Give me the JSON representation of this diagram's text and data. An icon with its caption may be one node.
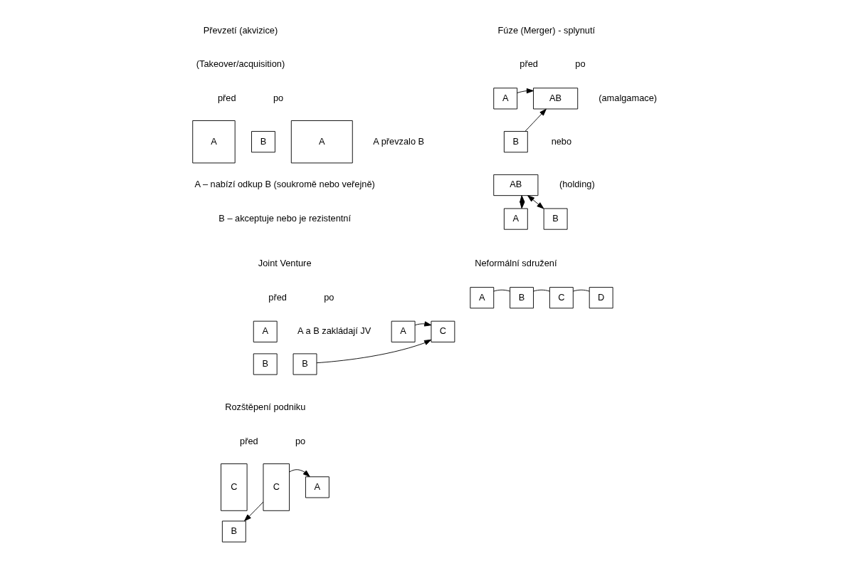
{
  "diagram": {
    "nodes": [
      {
        "text": [
          "A"
        ]
      },
      {
        "text": [
          "B"
        ]
      },
      {
        "text": [
          "A"
        ],
        "beside": [
          "A převzalo B"
        ]
      },
      {
        "text": [
          "A"
        ]
      },
      {
        "text": [
          "B"
        ]
      },
      {
        "text": [
          "AB"
        ],
        "beside": [
          "(amalgamace)"
        ]
      },
      {
        "text": [
          "AB"
        ],
        "beside": [
          "(holding)"
        ]
      },
      {
        "text": [
          "A"
        ]
      },
      {
        "text": [
          "B"
        ]
      },
      {
        "text": [
          "A"
        ]
      },
      {
        "text": [
          "B"
        ]
      },
      {
        "text": [
          "A"
        ]
      },
      {
        "text": [
          "B"
        ]
      },
      {
        "text": [
          "C"
        ]
      },
      {
        "text": [
          "C"
        ]
      },
      {
        "text": [
          "C"
        ]
      },
      {
        "text": [
          "A"
        ]
      },
      {
        "text": [
          "B"
        ]
      },
      {
        "text": [
          "A"
        ]
      },
      {
        "text": [
          "B"
        ]
      },
      {
        "text": [
          "C"
        ]
      },
      {
        "text": [
          "D"
        ]
      }
    ],
    "edges": [
      {
        "from": 3,
        "to": 5,
        "arrow": "to"
      },
      {
        "from": 4,
        "to": 5,
        "arrow": "to"
      },
      {
        "from": 7,
        "to": 6,
        "arrow": "both"
      },
      {
        "from": 6,
        "to": 8,
        "arrow": "both"
      },
      {
        "from": 11,
        "to": 13,
        "arrow": "to"
      },
      {
        "from": 12,
        "to": 13,
        "arrow": "to"
      },
      {
        "from": 15,
        "to": 16,
        "arrow": "to"
      },
      {
        "from": 15,
        "to": 17,
        "arrow": "to"
      },
      {
        "from": 18,
        "to": 19,
        "arrow": "none"
      },
      {
        "from": 19,
        "to": 20,
        "arrow": "none"
      },
      {
        "from": 20,
        "to": 21,
        "arrow": "none"
      }
    ],
    "labels": [
      "Převzetí (akvizice)",
      "(Takeover/acquisition)",
      "před",
      "po",
      "A – nabízí odkup B (soukromě nebo veřejně)",
      "B – akceptuje nebo je rezistentní",
      "Fúze (Merger) - splynutí",
      "před",
      "po",
      "nebo",
      "Joint Venture",
      "před",
      "A a B zakládají JV",
      "po",
      "Rozštěpení podniku",
      "před",
      "po",
      "Neformální sdružení"
    ]
  }
}
